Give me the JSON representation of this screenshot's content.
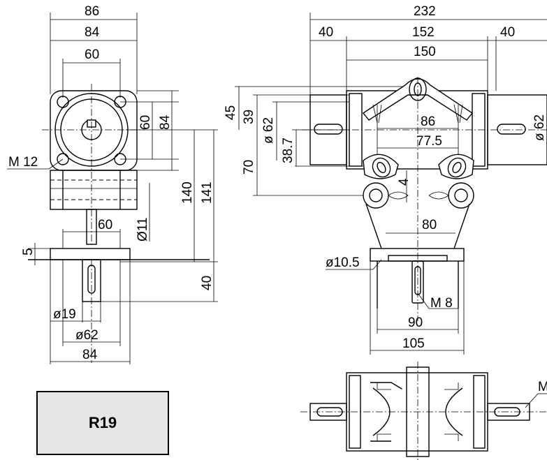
{
  "model": "R19",
  "side_view": {
    "dims": {
      "w86": "86",
      "w84": "84",
      "w60": "60",
      "h60": "60",
      "h84": "84",
      "h140": "140",
      "h141": "141",
      "thread": "M 12",
      "shaft_dia": "Ø11",
      "base60": "60",
      "flange5": "5",
      "h40": "40",
      "d19": "ø19",
      "d62": "ø62",
      "b84": "84"
    }
  },
  "front_view": {
    "dims": {
      "w232": "232",
      "w40l": "40",
      "w152": "152",
      "w40r": "40",
      "w150": "150",
      "h45": "45",
      "h39": "39",
      "d62l": "ø 62",
      "h38": "38.7",
      "h70": "70",
      "w86": "86",
      "w77": "77.5",
      "v4": "4",
      "w80": "80",
      "d10": "ø10.5",
      "thread8": "M 8",
      "w90": "90",
      "w105": "105",
      "d62r": "ø 62"
    }
  },
  "top_view": {
    "dims": {
      "thread": "M"
    }
  }
}
